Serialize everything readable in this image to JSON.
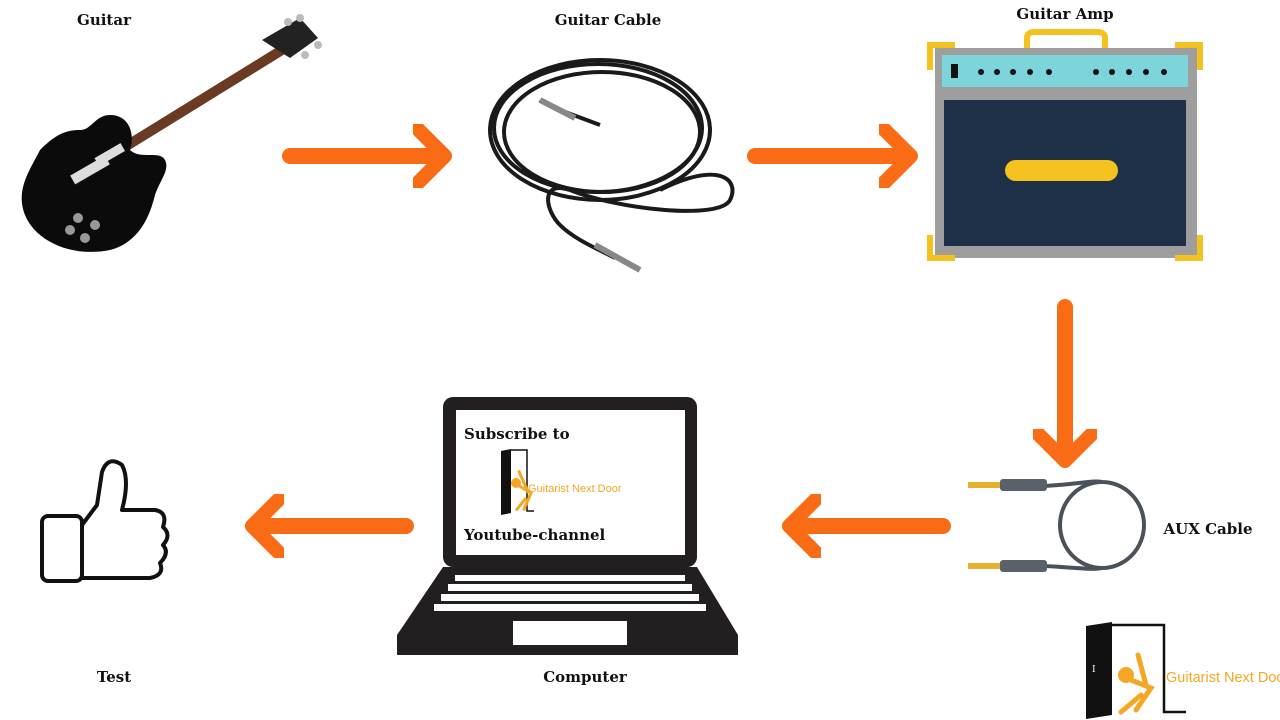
{
  "nodes": {
    "guitar": {
      "label": "Guitar"
    },
    "guitar_cable": {
      "label": "Guitar Cable"
    },
    "guitar_amp": {
      "label": "Guitar Amp"
    },
    "aux_cable": {
      "label": "AUX Cable"
    },
    "computer": {
      "label": "Computer"
    },
    "test": {
      "label": "Test"
    }
  },
  "screen": {
    "line1": "Subscribe to",
    "line2": "Youtube-channel",
    "logo_text": "Guitarist Next Door"
  },
  "brand_logo": {
    "text": "Guitarist Next Door"
  },
  "edges": [
    {
      "from": "Guitar",
      "to": "Guitar Cable"
    },
    {
      "from": "Guitar Cable",
      "to": "Guitar Amp"
    },
    {
      "from": "Guitar Amp",
      "to": "AUX Cable"
    },
    {
      "from": "AUX Cable",
      "to": "Computer"
    },
    {
      "from": "Computer",
      "to": "Test"
    }
  ],
  "colors": {
    "arrow": "#F96B15",
    "amp_body": "#1D3047",
    "amp_panel": "#7ED4DB",
    "amp_trim": "#F4C21F",
    "logo": "#F5A623"
  }
}
